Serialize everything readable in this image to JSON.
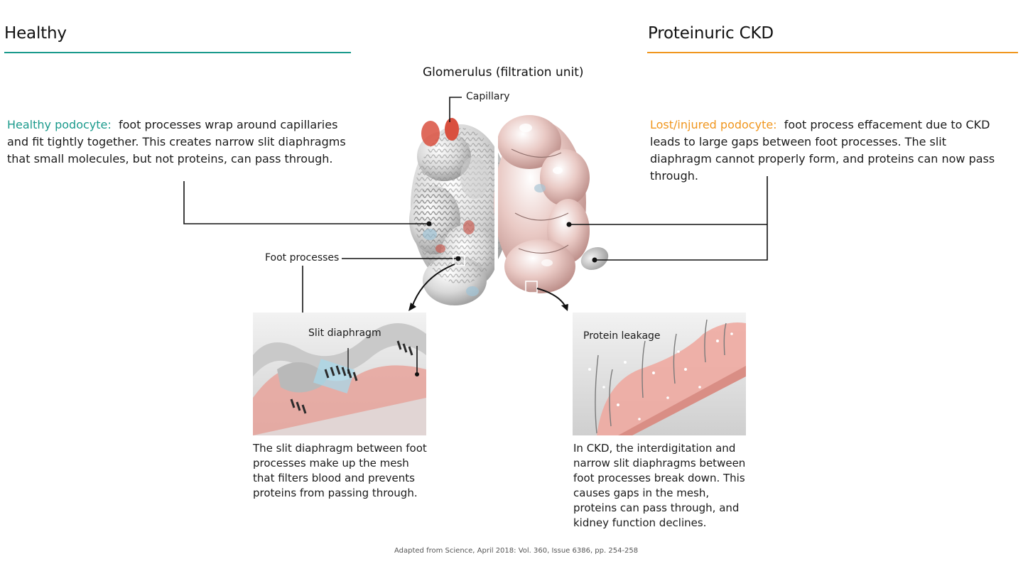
{
  "healthy": {
    "heading": "Healthy",
    "lead": "Healthy podocyte:",
    "body": "foot processes wrap around  capillaries and fit tightly together.  This creates narrow slit diaphragms that small molecules, but not proteins, can pass through.",
    "caption": "The slit diaphragm between foot processes make up the mesh that filters blood and prevents proteins from passing through."
  },
  "ckd": {
    "heading": "Proteinuric CKD",
    "lead": "Lost/injured podocyte:",
    "body": "foot process effacement due to CKD leads to large gaps between foot processes. The slit diaphragm cannot properly form, and proteins can now pass through.",
    "caption": "In CKD, the interdigitation and narrow slit diaphragms between foot processes break down. This causes gaps in the mesh, proteins can pass through, and kidney function declines."
  },
  "center": {
    "title_bold": "Glomerulus",
    "title_rest": "(filtration unit)",
    "capillary_label": "Capillary",
    "foot_processes_label": "Foot processes",
    "slit_label": "Slit diaphragm",
    "leakage_label": "Protein leakage"
  },
  "credit": "Adapted from Science, April 2018:  Vol. 360, Issue 6386, pp. 254-258",
  "colors": {
    "healthy_accent": "#1a9a8c",
    "ckd_accent": "#f0961e",
    "tissue_pink": "#e8a49a",
    "capillary_red": "#d9503f"
  }
}
